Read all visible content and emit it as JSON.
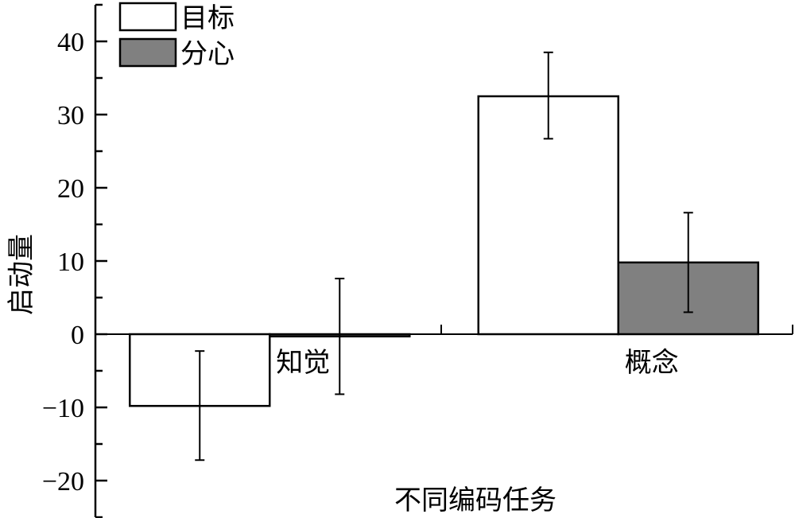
{
  "chart_data": {
    "type": "bar",
    "title": "",
    "xlabel": "不同编码任务",
    "ylabel": "启动量",
    "categories": [
      "知觉",
      "概念"
    ],
    "series": [
      {
        "name": "目标",
        "color": "#ffffff",
        "values": [
          -9.8,
          32.5
        ],
        "error_low": [
          -17.2,
          26.7
        ],
        "error_high": [
          -2.3,
          38.5
        ]
      },
      {
        "name": "分心",
        "color": "#808080",
        "values": [
          -0.3,
          9.8
        ],
        "error_low": [
          -8.2,
          3.0
        ],
        "error_high": [
          7.6,
          16.6
        ]
      }
    ],
    "ylim": [
      -25,
      45
    ],
    "yticks": [
      -20,
      -10,
      0,
      10,
      20,
      30,
      40
    ],
    "ytick_labels": [
      "−20",
      "−10",
      "0",
      "10",
      "20",
      "30",
      "40"
    ],
    "minor_yticks": [
      -25,
      -15,
      -5,
      5,
      15,
      25,
      35,
      45
    ],
    "grid": false,
    "legend_position": "top-left"
  }
}
